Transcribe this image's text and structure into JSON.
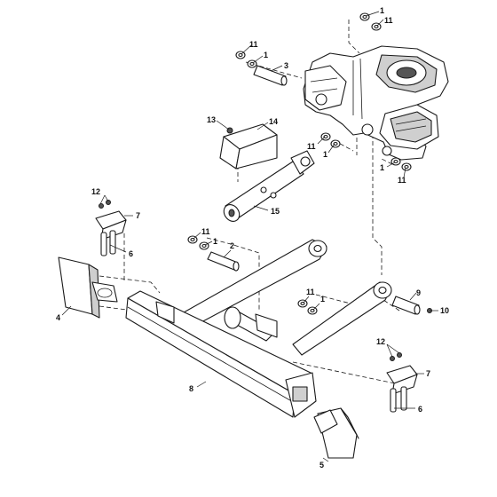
{
  "callouts": [
    {
      "id": "c1a",
      "text": "1"
    },
    {
      "id": "c11a",
      "text": "11"
    },
    {
      "id": "c11b",
      "text": "11"
    },
    {
      "id": "c1b",
      "text": "1"
    },
    {
      "id": "c3",
      "text": "3"
    },
    {
      "id": "c13",
      "text": "13"
    },
    {
      "id": "c14",
      "text": "14"
    },
    {
      "id": "c11c",
      "text": "11"
    },
    {
      "id": "c1c",
      "text": "1"
    },
    {
      "id": "c1d",
      "text": "1"
    },
    {
      "id": "c11d",
      "text": "11"
    },
    {
      "id": "c12a",
      "text": "12"
    },
    {
      "id": "c7a",
      "text": "7"
    },
    {
      "id": "c15",
      "text": "15"
    },
    {
      "id": "c11e",
      "text": "11"
    },
    {
      "id": "c1e",
      "text": "1"
    },
    {
      "id": "c2",
      "text": "2"
    },
    {
      "id": "c6a",
      "text": "6"
    },
    {
      "id": "c4",
      "text": "4"
    },
    {
      "id": "c9",
      "text": "9"
    },
    {
      "id": "c10",
      "text": "10"
    },
    {
      "id": "c11f",
      "text": "11"
    },
    {
      "id": "c1f",
      "text": "1"
    },
    {
      "id": "c8",
      "text": "8"
    },
    {
      "id": "c12b",
      "text": "12"
    },
    {
      "id": "c7b",
      "text": "7"
    },
    {
      "id": "c6b",
      "text": "6"
    },
    {
      "id": "c5",
      "text": "5"
    }
  ]
}
